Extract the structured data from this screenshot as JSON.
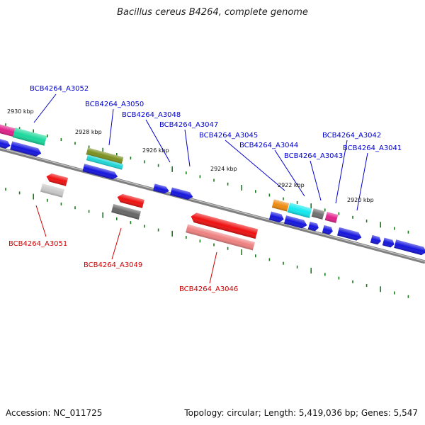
{
  "title": "Bacillus cereus B4264, complete genome",
  "footer": {
    "accession": "Accession: NC_011725",
    "summary": "Topology: circular; Length: 5,419,036 bp; Genes: 5,547"
  },
  "colors": {
    "backbone": "#808080",
    "tick": "#1a7a1a",
    "label_top": "#0000cc",
    "label_bottom": "#cc0000"
  },
  "kbp_labels": [
    "2930 kbp",
    "2928 kbp",
    "2926 kbp",
    "2924 kbp",
    "2922 kbp",
    "2920 kbp"
  ],
  "gene_labels_top": [
    "BCB4264_A3052",
    "BCB4264_A3050",
    "BCB4264_A3048",
    "BCB4264_A3047",
    "BCB4264_A3045",
    "BCB4264_A3044",
    "BCB4264_A3043",
    "BCB4264_A3042",
    "BCB4264_A3041"
  ],
  "gene_labels_bottom": [
    "BCB4264_A3051",
    "BCB4264_A3049",
    "BCB4264_A3046"
  ]
}
